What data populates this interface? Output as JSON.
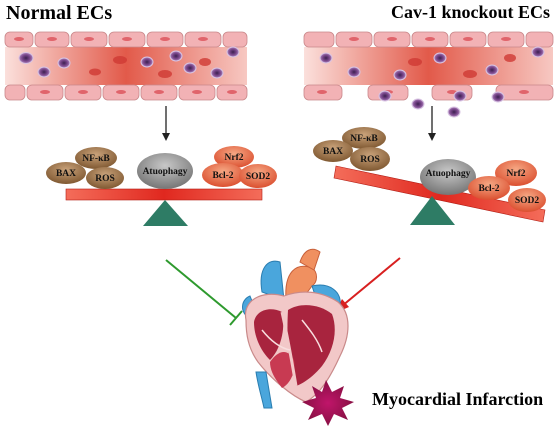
{
  "titles": {
    "normal": "Normal ECs",
    "knockout": "Cav-1 knockout ECs",
    "outcome": "Myocardial Infarction"
  },
  "left_balance": {
    "factors": [
      "NF-κB",
      "BAX",
      "ROS",
      "Atuophagy",
      "Nrf2",
      "Bcl-2",
      "SOD2"
    ]
  },
  "right_balance": {
    "factors": [
      "NF-κB",
      "BAX",
      "ROS",
      "Atuophagy",
      "Nrf2",
      "Bcl-2",
      "SOD2"
    ]
  },
  "colors": {
    "vessel_wall": "#f3b8ba",
    "vessel_inner": "#e15d4e",
    "beam": "#e63a2e",
    "fulcrum": "#2e7c65",
    "pro_apoptotic_oval": "#8a6238",
    "autophagy_oval": "#8a8a8a",
    "anti_oxidant_oval": "#df5a35",
    "inhibition_line": "#2e9a2e",
    "promotion_arrow": "#d82020",
    "infarct": "#b8195c"
  }
}
